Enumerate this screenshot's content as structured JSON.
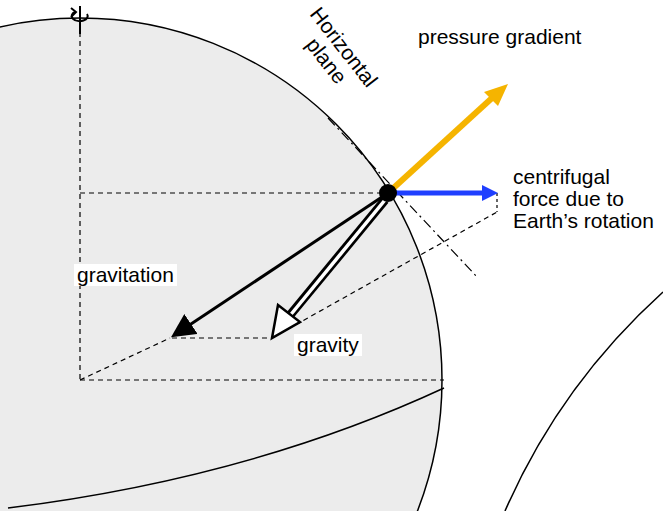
{
  "diagram": {
    "labels": [
      "Horizontal plane",
      "pressure gradient",
      "centrifugal force due to Earth’s rotation",
      "gravitation",
      "gravity"
    ]
  }
}
